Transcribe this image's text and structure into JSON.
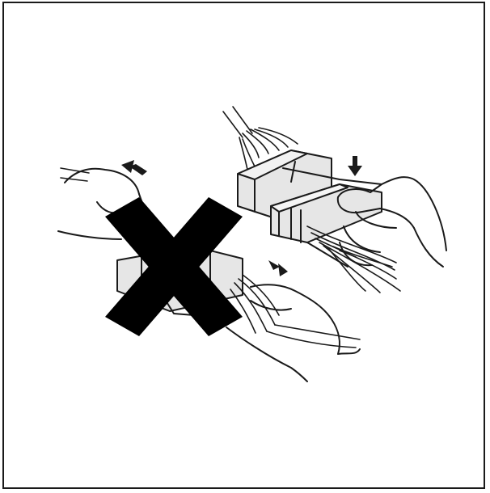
{
  "figure": {
    "type": "connector-disconnection-illustration",
    "panels": [
      {
        "id": "incorrect",
        "marker": "x-mark",
        "meaning": "wrong-method",
        "icon": "prohibited-x-icon"
      },
      {
        "id": "correct",
        "marker": "none",
        "meaning": "correct-method",
        "icon": "press-lock-arrow-icon"
      }
    ],
    "colors": {
      "ink": "#1a1a1a",
      "connector_fill": "#e6e6e6",
      "x_mark": "#000000",
      "background": "#ffffff"
    }
  }
}
